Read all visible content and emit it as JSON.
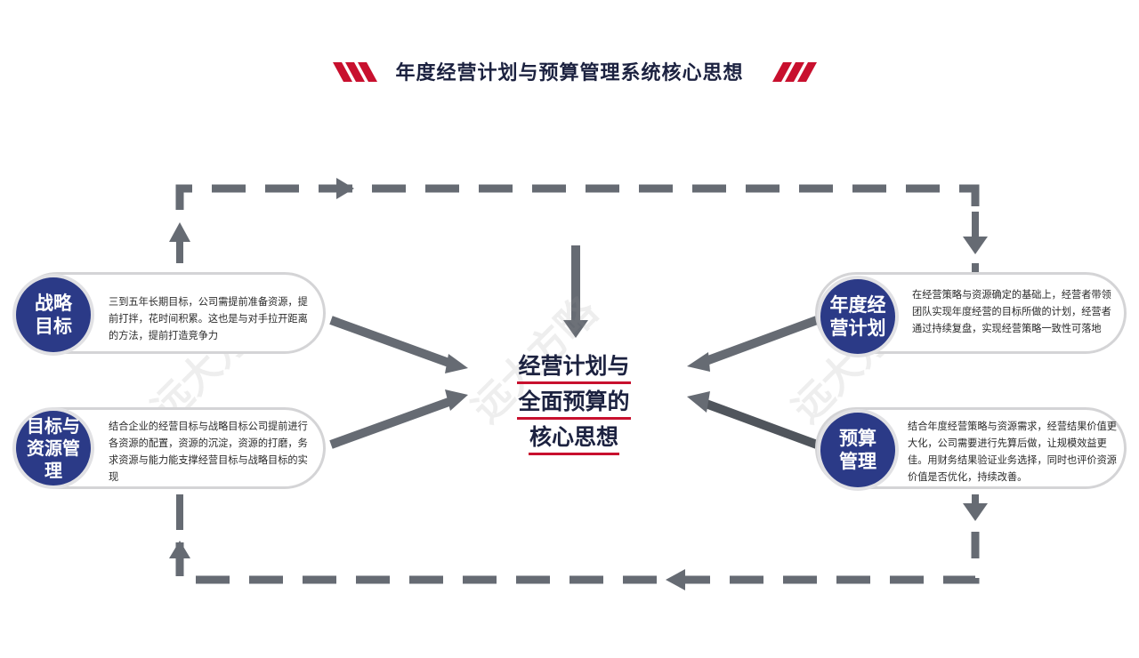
{
  "title": "年度经营计划与预算管理系统核心思想",
  "center": {
    "lines": [
      "经营计划与",
      "全面预算的",
      "核心思想"
    ]
  },
  "nodes": {
    "strategy": {
      "label": "战略\n目标",
      "desc": "三到五年长期目标，公司需提前准备资源，提前打拌，花时间积累。这也是与对手拉开距离的方法，提前打造竞争力"
    },
    "resource": {
      "label": "目标与\n资源管\n理",
      "desc": "结合企业的经营目标与战略目标公司提前进行各资源的配置，资源的沉淀，资源的打磨，务求资源与能力能支撑经营目标与战略目标的实现"
    },
    "annual": {
      "label": "年度经\n营计划",
      "desc": "在经营策略与资源确定的基础上，经营者带领团队实现年度经营的目标所做的计划，经营者通过持续复盘，实现经营策略一致性可落地"
    },
    "budget": {
      "label": "预算\n管理",
      "desc": "结合年度经营策略与资源需求，经营结果价值更大化，公司需要进行先算后做，让规模效益更佳。用财务结果验证业务选择，同时也评价资源价值是否优化，持续改善。"
    }
  },
  "watermark": "远大方略",
  "colors": {
    "accent_red": "#c8102e",
    "node_blue": "#2b3a87",
    "arrow_gray": "#666b73",
    "title_navy": "#1c2240"
  }
}
